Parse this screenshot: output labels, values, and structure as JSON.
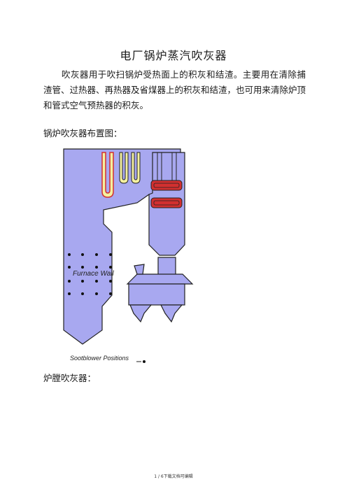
{
  "document": {
    "title": "电厂锅炉蒸汽吹灰器",
    "paragraph": "吹灰器用于吹扫锅炉受热面上的积灰和结渣。主要用在清除捕渣管、过热器、再热器及省煤器上的积灰和结渣，也可用来清除炉顶和管式空气预热器的积灰。",
    "layout_label": "锅炉吹灰器布置图：",
    "furnace_label": "炉膛吹灰器：",
    "footer": "1 / 6下载文档可编辑"
  },
  "diagram": {
    "furnace_wall_label": "Furnace Wall",
    "sootblower_label": "Sootblower Positions",
    "colors": {
      "boiler_fill": "#a8a8f0",
      "outline": "#222222",
      "tube_yellow": "#f4f0a0",
      "tube_red": "#d23030",
      "dot": "#111111"
    },
    "wall_sootblower_rows": 4,
    "wall_sootblower_columns": 4
  }
}
